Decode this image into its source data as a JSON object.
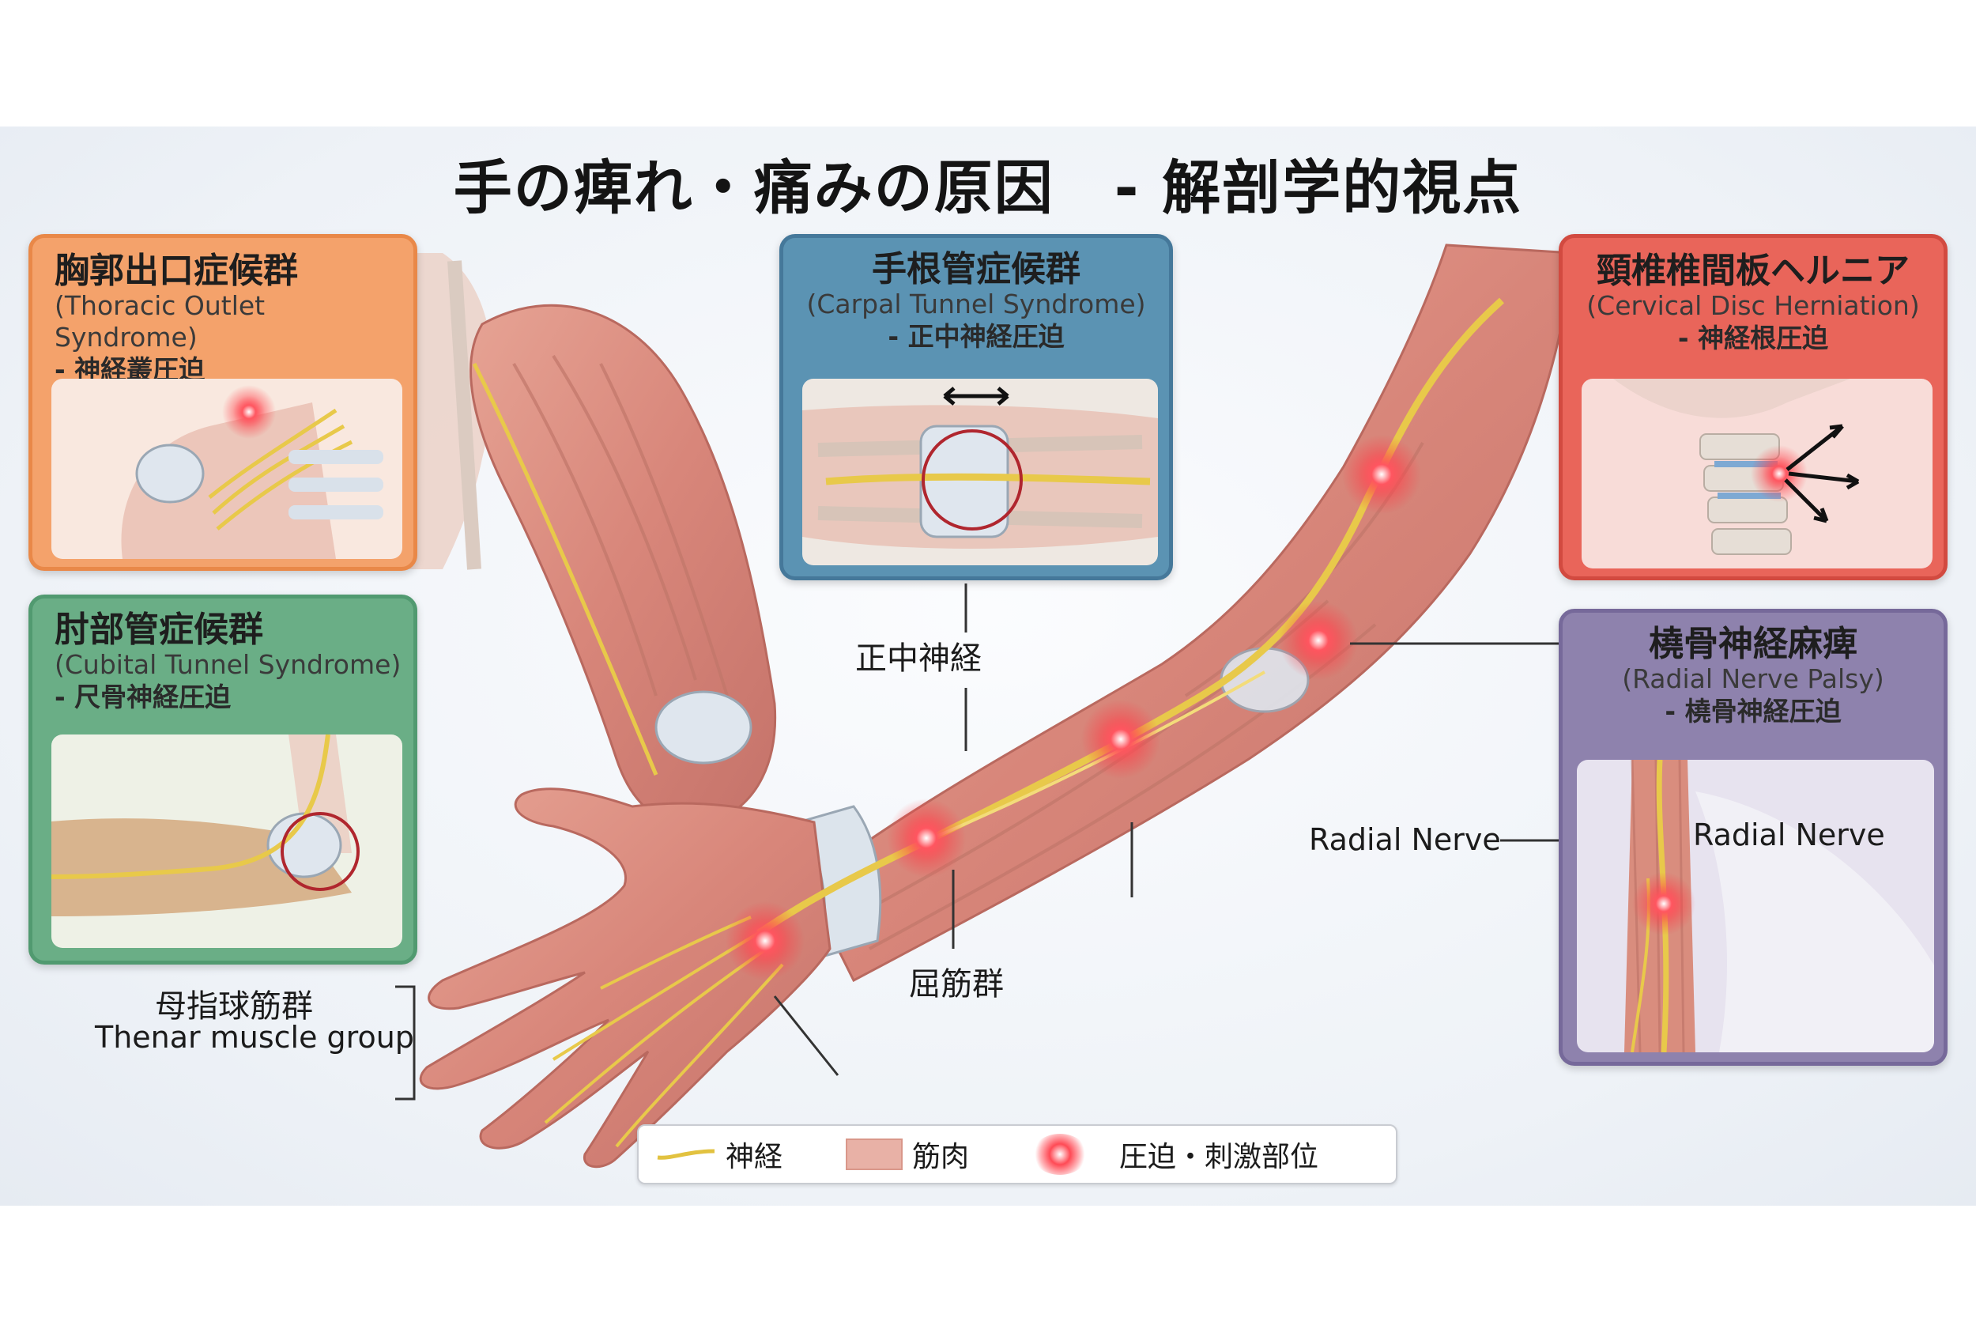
{
  "title": "手の痺れ・痛みの原因　- 解剖学的視点",
  "panels": {
    "thoracic_outlet": {
      "title": "胸郭出口症候群",
      "subtitle": "(Thoracic Outlet Syndrome)",
      "note": "- 神経叢圧迫",
      "color": "#f4a26b"
    },
    "carpal_tunnel": {
      "title": "手根管症候群",
      "subtitle": "(Carpal Tunnel Syndrome)",
      "note": "- 正中神経圧迫",
      "color": "#5b93b3"
    },
    "cervical_disc": {
      "title": "頸椎椎間板ヘルニア",
      "subtitle": "(Cervical Disc Herniation)",
      "note": "- 神経根圧迫",
      "color": "#e9655a"
    },
    "cubital_tunnel": {
      "title": "肘部管症候群",
      "subtitle": "(Cubital Tunnel Syndrome)",
      "note": "- 尺骨神経圧迫",
      "color": "#6aae86"
    },
    "radial_palsy": {
      "title": "橈骨神経麻痺",
      "subtitle": "(Radial Nerve Palsy)",
      "note": "- 橈骨神経圧迫",
      "color": "#8e82ad"
    }
  },
  "labels": {
    "median_nerve": "正中神経",
    "flexor_group": "屈筋群",
    "thenar_jp": "母指球筋群",
    "thenar_en": "Thenar muscle group",
    "radial_nerve_left": "Radial Nerve",
    "radial_nerve_right": "Radial Nerve"
  },
  "legend": {
    "nerve": "神経",
    "muscle": "筋肉",
    "compression": "圧迫・刺激部位"
  },
  "colors": {
    "nerve": "#e8c94a",
    "muscle": "#d98d7e",
    "compression_spot": "#ff3b48"
  }
}
